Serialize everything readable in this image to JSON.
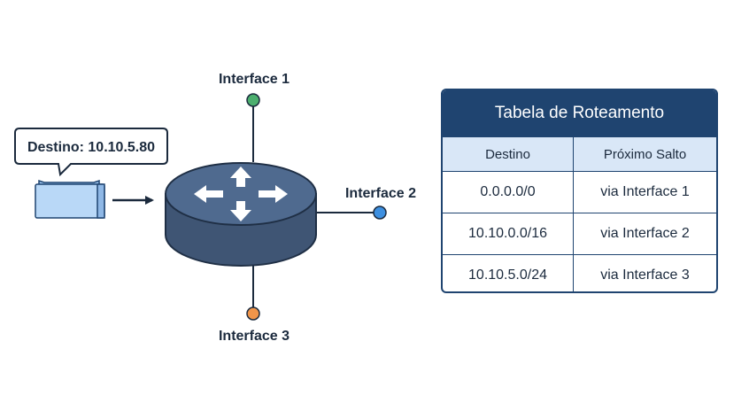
{
  "packet": {
    "bubble_text": "Destino: 10.10.5.80"
  },
  "router": {
    "interfaces": [
      {
        "label": "Interface 1",
        "color": "#4caf6e"
      },
      {
        "label": "Interface 2",
        "color": "#3d8fe0"
      },
      {
        "label": "Interface 3",
        "color": "#f0954a"
      }
    ],
    "body_color": "#3f5574",
    "top_color": "#4f6a8f"
  },
  "routing_table": {
    "title": "Tabela de Roteamento",
    "headers": [
      "Destino",
      "Próximo Salto"
    ],
    "rows": [
      {
        "destination": "0.0.0.0/0",
        "next_hop": "via Interface 1"
      },
      {
        "destination": "10.10.0.0/16",
        "next_hop": "via Interface 2"
      },
      {
        "destination": "10.10.5.0/24",
        "next_hop": "via Interface 3"
      }
    ],
    "header_color": "#1f4470",
    "subheader_color": "#d9e7f7"
  }
}
